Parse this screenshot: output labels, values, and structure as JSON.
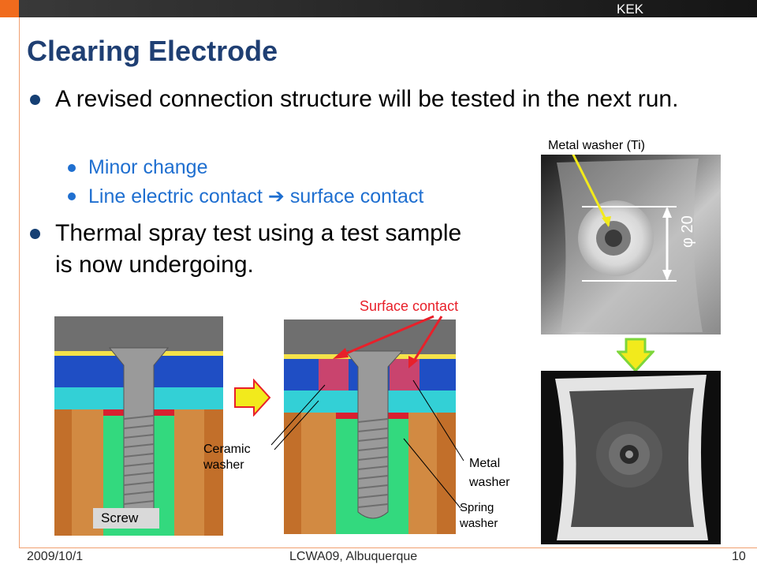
{
  "header": {
    "org": "KEK"
  },
  "slide": {
    "title": "Clearing Electrode",
    "bullets": [
      {
        "text": "A revised connection structure will be tested in the next run.",
        "sub": [
          "Minor change",
          "Line electric contact",
          "surface contact"
        ]
      },
      {
        "text": "Thermal spray test using a test sample is now undergoing."
      }
    ]
  },
  "photo": {
    "washer_label": "Metal washer (Ti)",
    "dimension": "φ 20"
  },
  "diagram": {
    "surface_contact": "Surface contact",
    "ceramic_washer": "Ceramic washer",
    "metal_washer": "Metal washer",
    "spring_washer": "Spring washer",
    "screw": "Screw"
  },
  "colors": {
    "title": "#1f3f73",
    "sub_bullet": "#1f6fd0",
    "accent_red": "#e8202a",
    "arrow_yellow": "#f2ea1c",
    "arrow_green": "#7dd63b"
  },
  "footer": {
    "date": "2009/10/1",
    "event": "LCWA09, Albuquerque",
    "page": "10"
  }
}
